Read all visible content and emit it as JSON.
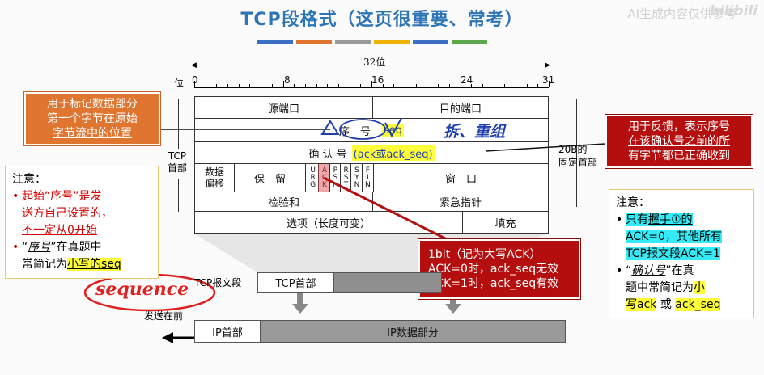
{
  "title": "TCP段格式（这页很重要、常考）",
  "watermark": "AI生成内容仅供参考",
  "watermark_logo": "bilibili",
  "color_bar": [
    "#3a6fc4",
    "#e07530",
    "#9a9a9a",
    "#f0b400",
    "#3a6fc4",
    "#5aa84a"
  ],
  "ruler": {
    "width_label": "32位",
    "axis_label": "位",
    "ticks": [
      "0",
      "8",
      "16",
      "24",
      "31"
    ]
  },
  "header": {
    "side_label_line1": "TCP",
    "side_label_line2": "首部",
    "size_label_line1": "20B的",
    "size_label_line2": "固定首部",
    "fields": {
      "src_port": "源端口",
      "dst_port": "目的端口",
      "seq": "序　号",
      "seq_note": "seq",
      "ack": "确 认 号",
      "ack_note": "(ack或ack_seq)",
      "data_offset_1": "数据",
      "data_offset_2": "偏移",
      "reserved": "保　留",
      "flags": [
        "URG",
        "ACK",
        "PSH",
        "RST",
        "SYN",
        "FIN"
      ],
      "window": "窗　口",
      "checksum": "检验和",
      "urgent": "紧急指针",
      "options": "选项（长度可变）",
      "padding": "填充"
    }
  },
  "handwriting": {
    "split_note": "拆、重组",
    "sequence": "sequence"
  },
  "callouts": {
    "seq_explain": [
      "用于标记数据部分",
      "第一个字节在原始",
      "字节流中的位置"
    ],
    "ack_explain": [
      "用于反馈，表示序号",
      "在该确认号之前的所",
      "有字节都已正确收到"
    ],
    "ack_bit": [
      "1bit（记为大写ACK）",
      "ACK=0时，ack_seq无效",
      "ACK=1时，ack_seq有效"
    ]
  },
  "note_left": {
    "title": "注意：",
    "item1_a": "起始“序号”是发",
    "item1_b": "送方自己设置的，",
    "item1_c": "不一定从0开始",
    "item2_a": "“",
    "item2_b": "序号",
    "item2_c": "”在真题中",
    "item2_d": "常简记为",
    "item2_e": "小写的seq"
  },
  "note_right": {
    "title": "注意：",
    "item1_a": "只有",
    "item1_b": "握手①的",
    "item1_c": "ACK=0，其他所有",
    "item1_d": "TCP报文段ACK=1",
    "item2_a": "“",
    "item2_b": "确认号",
    "item2_c": "”在真",
    "item2_d": "题中常简记为",
    "item2_e": "小",
    "item2_f": "写ack",
    "item2_g": " 或 ",
    "item2_h": "ack_seq"
  },
  "packet": {
    "tcp_label": "TCP报文段",
    "tcp_header": "TCP首部",
    "send_first": "发送在前",
    "ip_header": "IP首部",
    "ip_data": "IP数据部分"
  }
}
